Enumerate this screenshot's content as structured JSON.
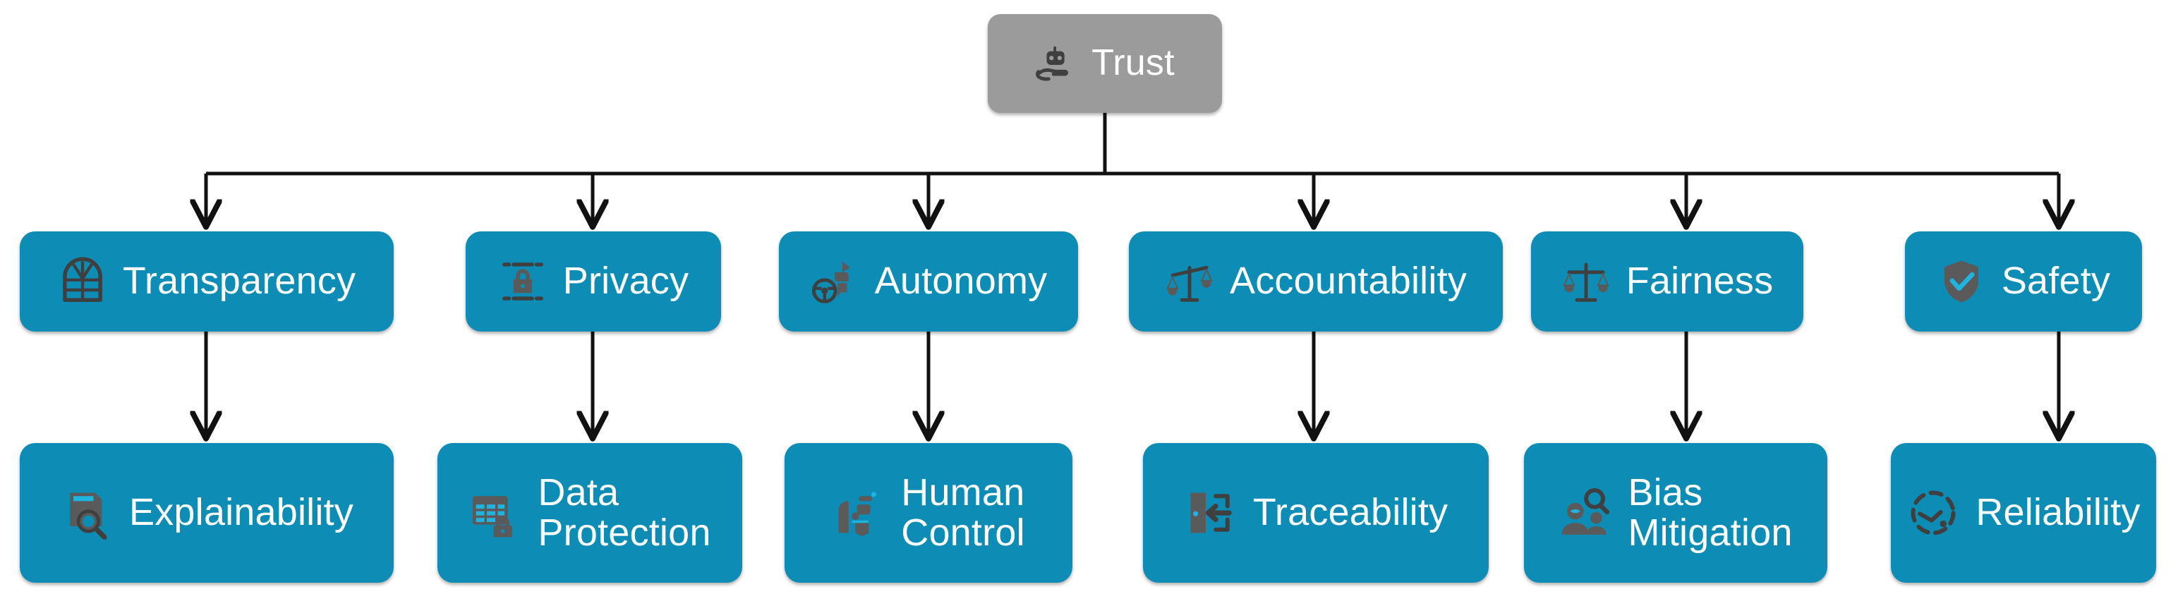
{
  "diagram": {
    "title": "Trust",
    "type": "hierarchy-tree",
    "colors": {
      "root_fill": "#9b9b9b",
      "node_fill": "#0d8db5",
      "node_text": "#ffffff",
      "icon_dark": "#4a4a4a",
      "edge": "#1a1a1a",
      "background": "#ffffff"
    },
    "root": {
      "label": "Trust",
      "icon": "hand-holding-robot-icon"
    },
    "pillars": [
      {
        "label": "Transparency",
        "icon": "window-arch-icon",
        "child_index": 0
      },
      {
        "label": "Privacy",
        "icon": "lock-brackets-icon",
        "child_index": 1
      },
      {
        "label": "Autonomy",
        "icon": "steering-wheel-robot-icon",
        "child_index": 2
      },
      {
        "label": "Accountability",
        "icon": "tilted-scales-icon",
        "child_index": 3
      },
      {
        "label": "Fairness",
        "icon": "balanced-scales-icon",
        "child_index": 4
      },
      {
        "label": "Safety",
        "icon": "shield-check-icon",
        "child_index": 5
      }
    ],
    "leaves": [
      {
        "label": "Explainability",
        "icon": "book-magnifier-icon"
      },
      {
        "label": "Data\nProtection",
        "icon": "table-lock-icon"
      },
      {
        "label": "Human\nControl",
        "icon": "human-robot-icon"
      },
      {
        "label": "Traceability",
        "icon": "door-arrow-icon"
      },
      {
        "label": "Bias\nMitigation",
        "icon": "people-magnifier-icon"
      },
      {
        "label": "Reliability",
        "icon": "dashed-circle-clock-icon"
      }
    ]
  }
}
